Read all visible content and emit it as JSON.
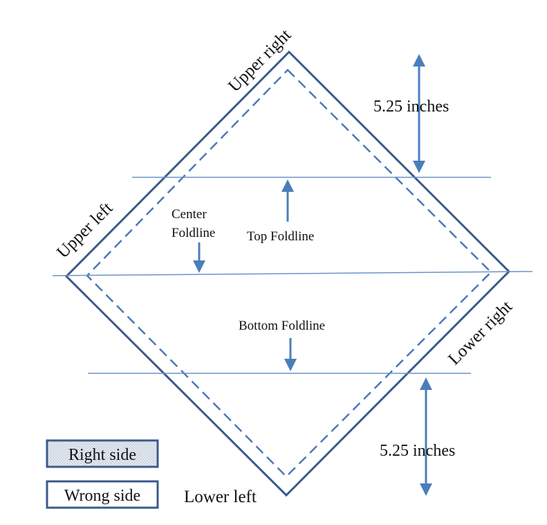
{
  "corners": {
    "upper_right": "Upper right",
    "upper_left": "Upper left",
    "lower_right": "Lower right",
    "lower_left": "Lower left"
  },
  "foldlines": {
    "center_line1": "Center",
    "center_line2": "Foldline",
    "top": "Top Foldline",
    "bottom": "Bottom  Foldline"
  },
  "measurements": {
    "top": "5.25 inches",
    "bottom": "5.25 inches"
  },
  "legend": {
    "right_side": "Right side",
    "wrong_side": "Wrong side"
  },
  "colors": {
    "outline": "#3a5a8c",
    "dashed": "#4a78b8",
    "foldline": "#6a93c8",
    "arrow": "#4a7ebb",
    "right_side_fill": "#dce3ec"
  }
}
